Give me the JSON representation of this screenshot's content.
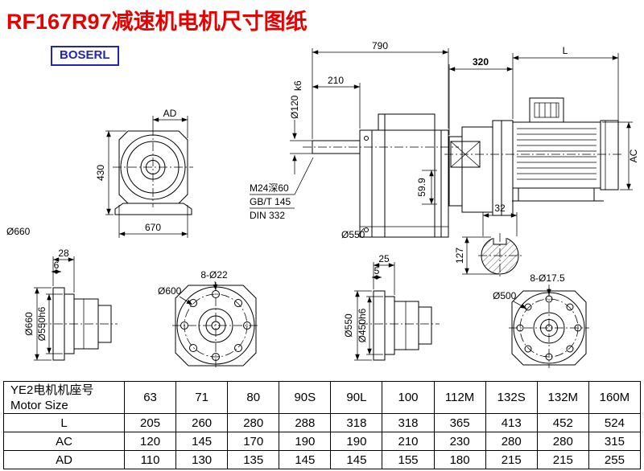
{
  "title": "RF167R97减速机电机尺寸图纸",
  "brand": "BOSERL",
  "colors": {
    "title_red": "#e60000",
    "brand_blue": "#2323b8"
  },
  "drawing": {
    "front": {
      "ad": "AD",
      "height": "430",
      "width": "670",
      "flange_dia": "Ø660"
    },
    "side": {
      "overall": "790",
      "shaft_len": "210",
      "shaft_dia": "Ø120",
      "shaft_fit": "k6",
      "thread": "M24深60",
      "std1": "GB/T 145",
      "std2": "DIN 332",
      "step": "59.9",
      "flange_dia": "Ø550"
    },
    "motor": {
      "adapter_len": "320",
      "length": "L",
      "frame_dia": "AC"
    },
    "keyshaft": {
      "width": "32",
      "dia": "127"
    },
    "flange_a": {
      "dim1": "28",
      "dim2": "6",
      "outer_dia": "Ø660",
      "spigot_dia": "Ø550h6",
      "bolt_circle": "Ø600",
      "holes": "8-Ø22"
    },
    "flange_b": {
      "dim1": "25",
      "dim2": "5",
      "outer_dia": "Ø550",
      "spigot_dia": "Ø450h6",
      "bolt_circle": "Ø500",
      "holes": "8-Ø17.5"
    }
  },
  "table": {
    "header_cn": "YE2电机机座号",
    "header_en": "Motor Size",
    "frames": [
      "63",
      "71",
      "80",
      "90S",
      "90L",
      "100",
      "112M",
      "132S",
      "132M",
      "160M"
    ],
    "rows": [
      {
        "label": "L",
        "values": [
          "205",
          "260",
          "280",
          "288",
          "318",
          "318",
          "365",
          "413",
          "452",
          "524"
        ]
      },
      {
        "label": "AC",
        "values": [
          "120",
          "145",
          "170",
          "190",
          "190",
          "210",
          "230",
          "280",
          "280",
          "315"
        ]
      },
      {
        "label": "AD",
        "values": [
          "110",
          "130",
          "135",
          "145",
          "145",
          "155",
          "180",
          "215",
          "215",
          "255"
        ]
      }
    ]
  }
}
